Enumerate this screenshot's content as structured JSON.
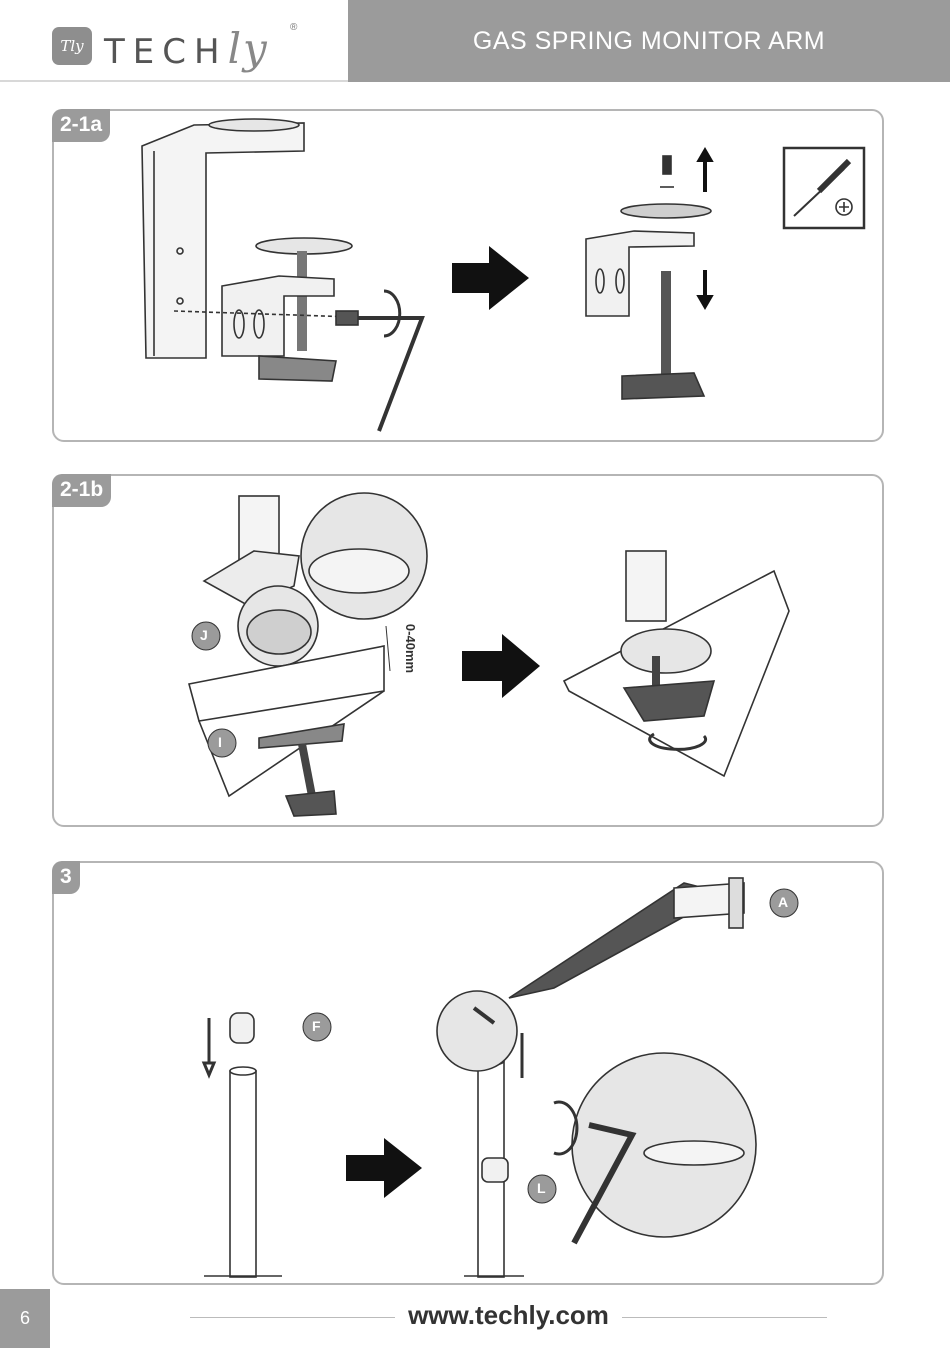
{
  "header": {
    "logo_badge": "Tly",
    "logo_word": "TECH",
    "logo_script": "ly",
    "logo_reg": "®",
    "title": "GAS SPRING MONITOR ARM"
  },
  "panels": [
    {
      "tag": "2-1a"
    },
    {
      "tag": "2-1b",
      "measure_label": "0-40mm",
      "callouts": [
        "J",
        "I"
      ]
    },
    {
      "tag": "3",
      "callouts": [
        "A",
        "F",
        "L"
      ]
    }
  ],
  "footer": {
    "page_number": "6",
    "url": "www.techly.com"
  },
  "icons": [
    "screwdriver-icon",
    "rotate-arrow-icon",
    "right-arrow-icon",
    "up-arrow-icon",
    "down-arrow-icon"
  ],
  "colors": {
    "accent_grey": "#9b9b9b",
    "panel_border": "#b5b5b5"
  }
}
